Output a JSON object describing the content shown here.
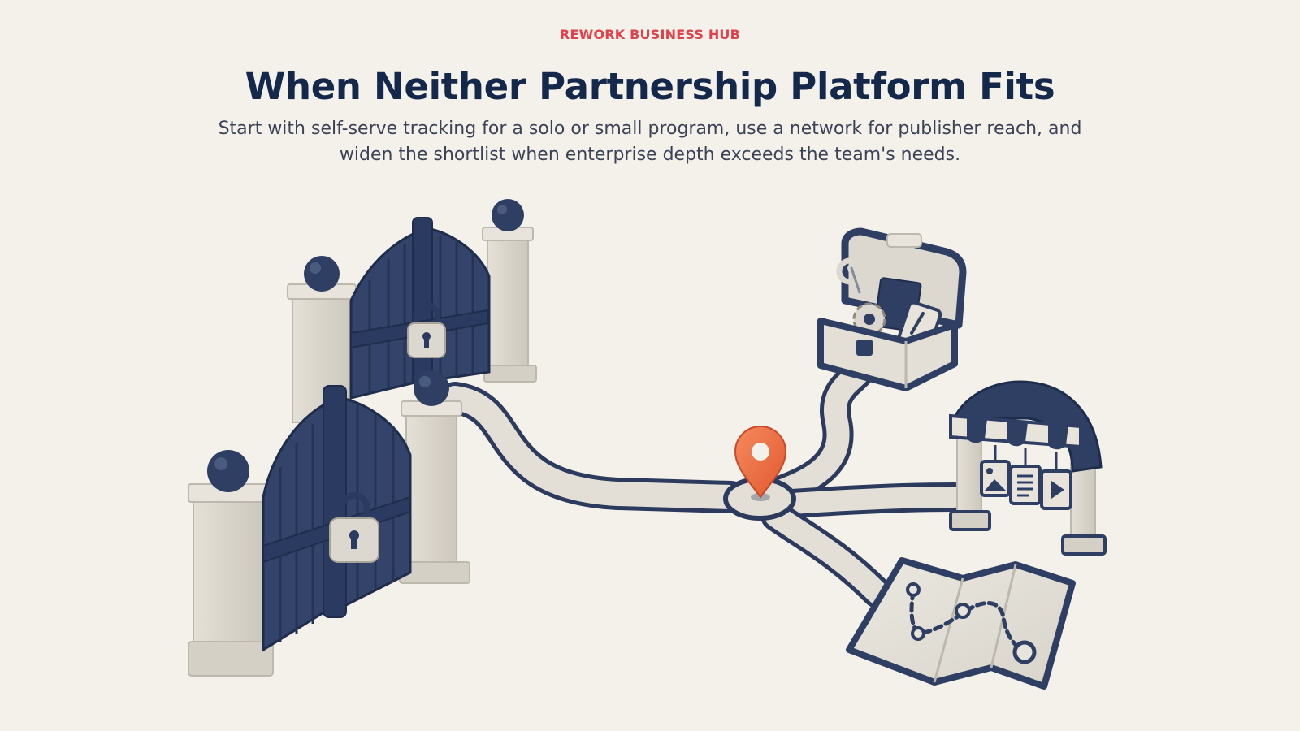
{
  "header": {
    "brand": "REWORK BUSINESS HUB",
    "title": "When Neither Partnership Platform Fits",
    "subtitle": "Start with self-serve tracking for a solo or small program, use a network for publisher reach, and widen the shortlist when enterprise depth exceeds the team's needs."
  },
  "colors": {
    "background": "#f4f1ea",
    "navy": "#2f3f63",
    "navy_dark": "#1f2d4d",
    "stone": "#dcd8cf",
    "stone_shadow": "#bdb8ad",
    "accent": "#e0414b",
    "pin": "#ef6a45",
    "title": "#13284a",
    "text": "#3b4256"
  },
  "icons": {
    "gates": "locked-gate-icon",
    "lock": "padlock-icon",
    "pin": "map-pin-icon",
    "toolbox": "toolbox-icon",
    "storefront": "storefront-icon",
    "map": "folded-map-icon"
  }
}
